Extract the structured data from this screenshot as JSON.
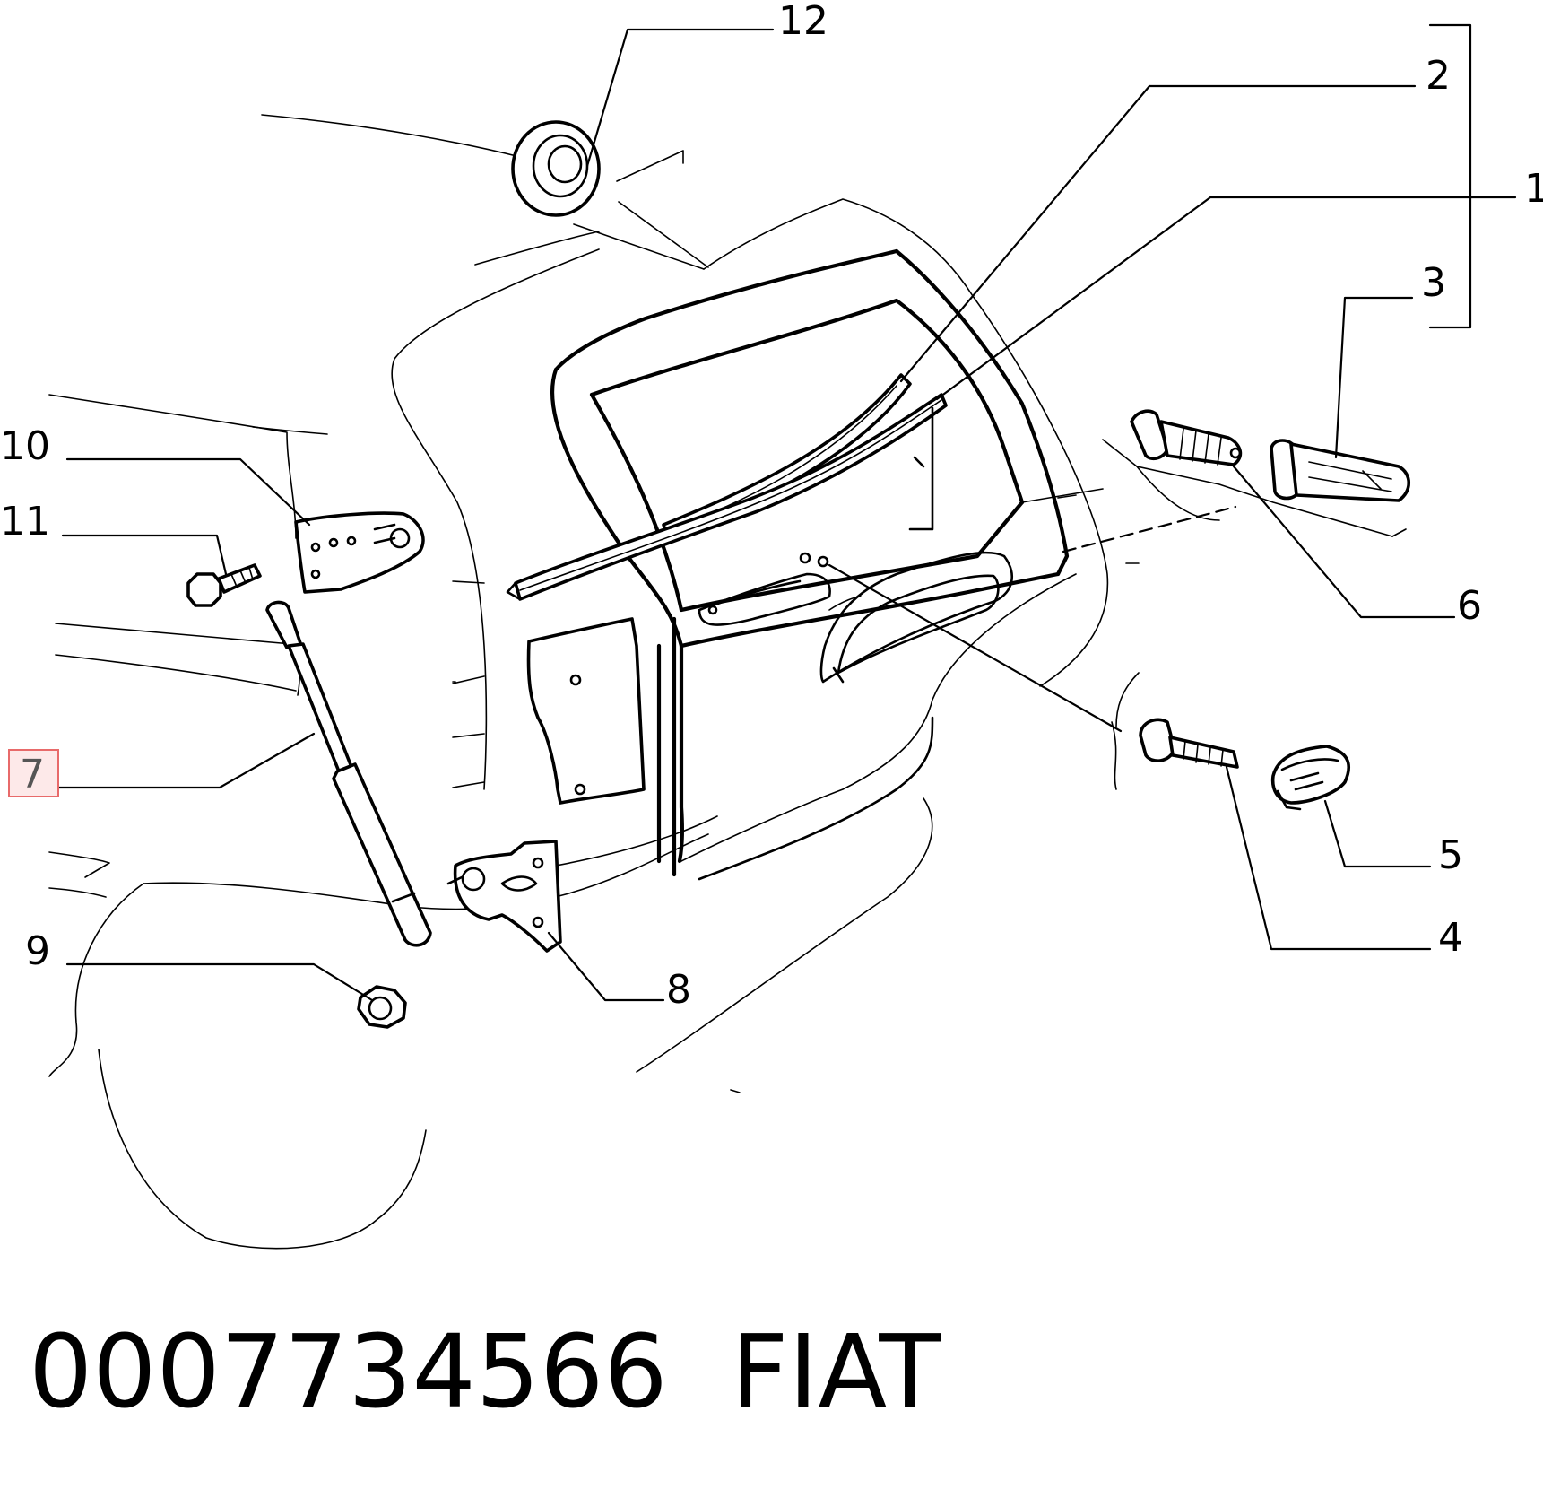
{
  "diagram": {
    "highlight_color": "#e86a6a",
    "callouts": [
      {
        "id": "c1",
        "label": "1"
      },
      {
        "id": "c2",
        "label": "2"
      },
      {
        "id": "c3",
        "label": "3"
      },
      {
        "id": "c4",
        "label": "4"
      },
      {
        "id": "c5",
        "label": "5"
      },
      {
        "id": "c6",
        "label": "6"
      },
      {
        "id": "c7",
        "label": "7",
        "highlighted": true
      },
      {
        "id": "c8",
        "label": "8"
      },
      {
        "id": "c9",
        "label": "9"
      },
      {
        "id": "c10",
        "label": "10"
      },
      {
        "id": "c11",
        "label": "11"
      },
      {
        "id": "c12",
        "label": "12"
      }
    ]
  },
  "footer": {
    "part_number": "0007734566",
    "brand": "FIAT"
  }
}
